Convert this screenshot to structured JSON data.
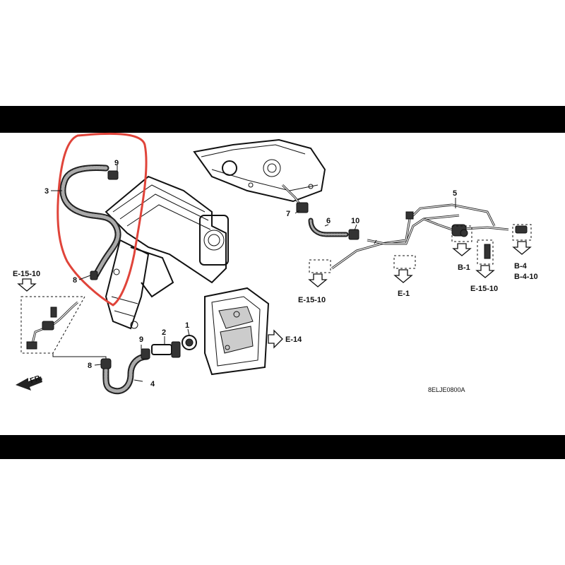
{
  "callouts": {
    "c1": "1",
    "c2": "2",
    "c3": "3",
    "c4": "4",
    "c5": "5",
    "c6": "6",
    "c7": "7",
    "c8a": "8",
    "c8b": "8",
    "c9a": "9",
    "c9b": "9",
    "c10": "10"
  },
  "references": {
    "e1510_left": "E-15-10",
    "e1510_mid": "E-15-10",
    "e1510_right": "E-15-10",
    "e1": "E-1",
    "b1": "B-1",
    "b4": "B-4",
    "b410": "B-4-10",
    "e14": "E-14",
    "fr": "FR."
  },
  "diagram_code": "8ELJE0800A",
  "highlight": {
    "color": "#e0443a"
  }
}
